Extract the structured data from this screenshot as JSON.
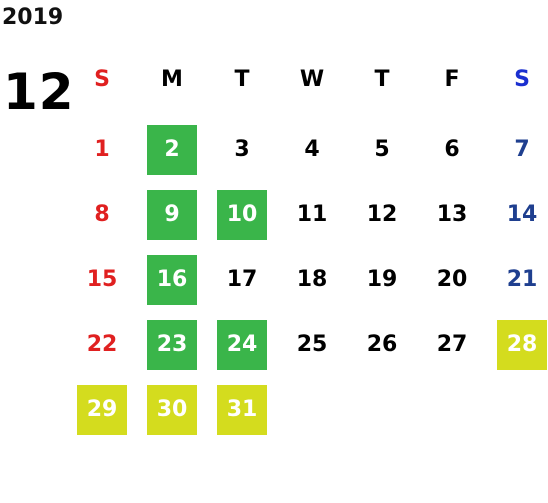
{
  "calendar": {
    "year": "2019",
    "month": "12",
    "weekdays": [
      "S",
      "M",
      "T",
      "W",
      "T",
      "F",
      "S"
    ],
    "weeks": [
      [
        "",
        "",
        "",
        "",
        "",
        "",
        ""
      ],
      [
        "1",
        "2",
        "3",
        "4",
        "5",
        "6",
        "7"
      ],
      [
        "8",
        "9",
        "10",
        "11",
        "12",
        "13",
        "14"
      ],
      [
        "15",
        "16",
        "17",
        "18",
        "19",
        "20",
        "21"
      ],
      [
        "22",
        "23",
        "24",
        "25",
        "26",
        "27",
        "28"
      ],
      [
        "29",
        "30",
        "31",
        "",
        "",
        "",
        ""
      ]
    ],
    "colors": {
      "sunday": "#e02020",
      "saturday": "#1f3f8f",
      "saturday_header": "#1a2fd0",
      "weekday": "#000000",
      "highlight_green": "#3ab54a",
      "highlight_yellow": "#d4dc1e"
    },
    "highlights": {
      "green": [
        "2",
        "9",
        "10",
        "16",
        "23",
        "24"
      ],
      "yellow": [
        "28",
        "29",
        "30",
        "31"
      ]
    }
  }
}
